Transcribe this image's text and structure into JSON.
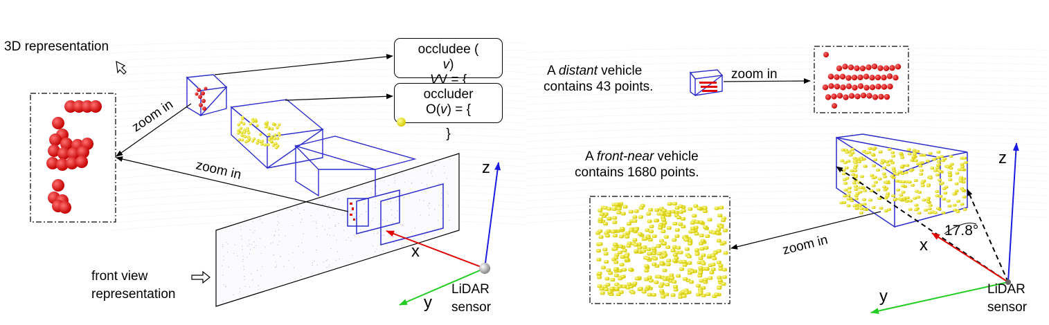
{
  "left_panel": {
    "label_3d": "3D representation",
    "label_front_view": [
      "front view",
      "representation"
    ],
    "zoom_in_1": "zoom in",
    "zoom_in_2": "zoom in",
    "occludee": {
      "title": "occludee (",
      "var": "v",
      "close": ")",
      "set_prefix": "V = {",
      "set_suffix": "}"
    },
    "occluder": {
      "title": "occluder",
      "set_prefix": "O(",
      "set_var": "v",
      "set_mid": ") = {",
      "set_suffix": "}"
    },
    "axis_x": "x",
    "axis_y": "y",
    "axis_z": "z",
    "sensor_label": [
      "LiDAR",
      "sensor"
    ]
  },
  "right_panel": {
    "distant_text": {
      "pre": "A ",
      "em": "distant",
      "post": " vehicle",
      "line2": "contains 43 points."
    },
    "near_text": {
      "pre": "A ",
      "em": "front-near",
      "post": " vehicle",
      "line2": "contains 1680 points."
    },
    "zoom_in_1": "zoom in",
    "zoom_in_2": "zoom in",
    "angle": "17.8°",
    "axis_x": "x",
    "axis_y": "y",
    "axis_z": "z",
    "sensor_label": [
      "LiDAR",
      "sensor"
    ]
  },
  "colors": {
    "box_edge": "#2c2ccc",
    "occludee_point": "#e00000",
    "occluder_point": "#e8e000",
    "axis_x": "#e00000",
    "axis_y": "#22cc22",
    "axis_z": "#1a1ae0",
    "point_cloud": "#b8b8b8"
  }
}
